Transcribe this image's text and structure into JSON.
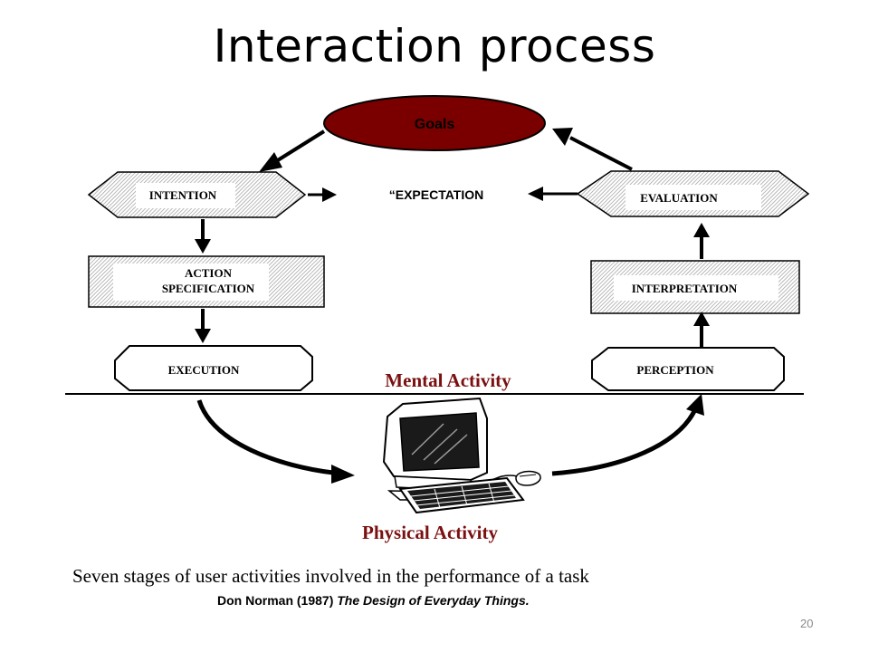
{
  "slide": {
    "title": "Interaction process",
    "page_number": "20"
  },
  "diagram": {
    "goals": "Goals",
    "intention": "INTENTION",
    "expectation": "“EXPECTATION",
    "evaluation": "EVALUATION",
    "action_specification_line1": "ACTION",
    "action_specification_line2": "SPECIFICATION",
    "interpretation": "INTERPRETATION",
    "execution": "EXECUTION",
    "perception": "PERCEPTION",
    "mental_activity": "Mental Activity",
    "physical_activity": "Physical Activity",
    "caption": "Seven stages of user activities involved in the performance of a task",
    "citation_author": "Don Norman (1987) ",
    "citation_title": "The Design of Everyday Things."
  },
  "colors": {
    "goals_fill": "#7a0000",
    "mental_physical_label": "#7a1010",
    "hatch_gray": "#c8c8c8"
  }
}
